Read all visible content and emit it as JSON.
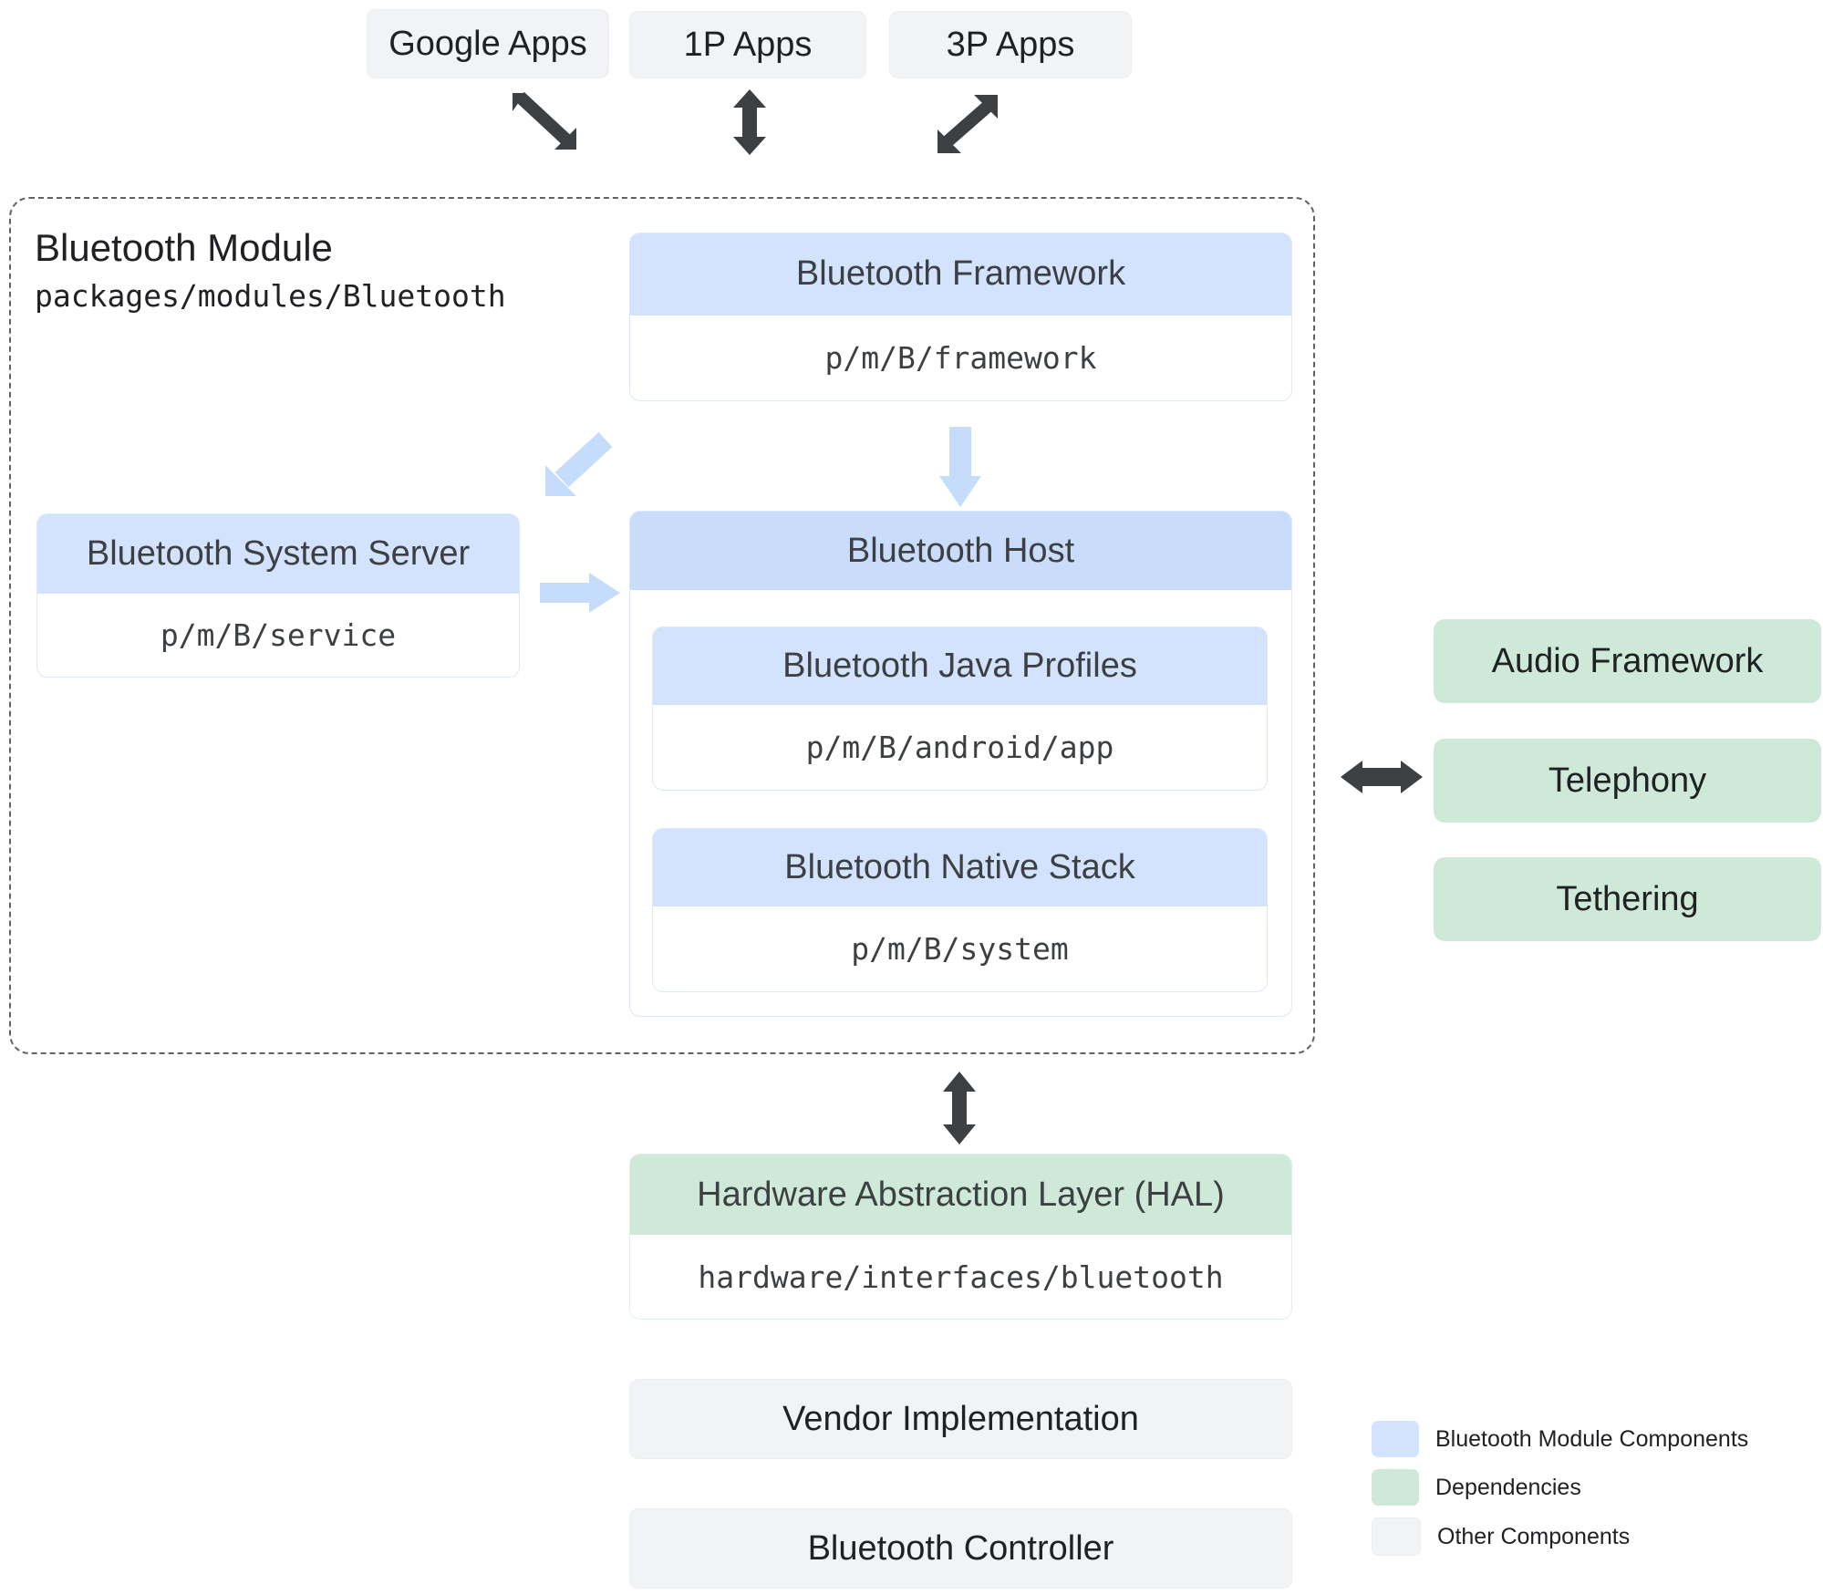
{
  "apps_row": [
    {
      "label": "Google Apps",
      "connector": "diagonal-down-right-arrow"
    },
    {
      "label": "1P Apps",
      "connector": "double-vertical-arrow"
    },
    {
      "label": "3P Apps",
      "connector": "double-diagonal-arrow"
    }
  ],
  "module": {
    "title": "Bluetooth Module",
    "path": "packages/modules/Bluetooth"
  },
  "framework": {
    "title": "Bluetooth Framework",
    "path": "p/m/B/framework"
  },
  "system_server": {
    "title": "Bluetooth System Server",
    "path": "p/m/B/service"
  },
  "host": {
    "title": "Bluetooth Host",
    "children": [
      {
        "title": "Bluetooth Java Profiles",
        "path": "p/m/B/android/app"
      },
      {
        "title": "Bluetooth Native Stack",
        "path": "p/m/B/system"
      }
    ]
  },
  "dependencies": [
    {
      "label": "Audio Framework"
    },
    {
      "label": "Telephony"
    },
    {
      "label": "Tethering"
    }
  ],
  "hal": {
    "title": "Hardware Abstraction Layer (HAL)",
    "path": "hardware/interfaces/bluetooth"
  },
  "bottom_boxes": [
    {
      "label": "Vendor Implementation"
    },
    {
      "label": "Bluetooth Controller"
    }
  ],
  "legend": {
    "items": [
      {
        "label": "Bluetooth Module Components",
        "color": "#d3e3fd"
      },
      {
        "label": "Dependencies",
        "color": "#cfe9d9"
      },
      {
        "label": "Other Components",
        "color": "#f1f3f4"
      }
    ]
  },
  "colors": {
    "module_component": "#d3e3fd",
    "host_header": "#c9ddfb",
    "dependency": "#cfe9d9",
    "other_component": "#f1f3f4",
    "arrow_dark": "#3c4043",
    "arrow_light": "#c6dcfb",
    "dashed_border": "#5f6368"
  }
}
